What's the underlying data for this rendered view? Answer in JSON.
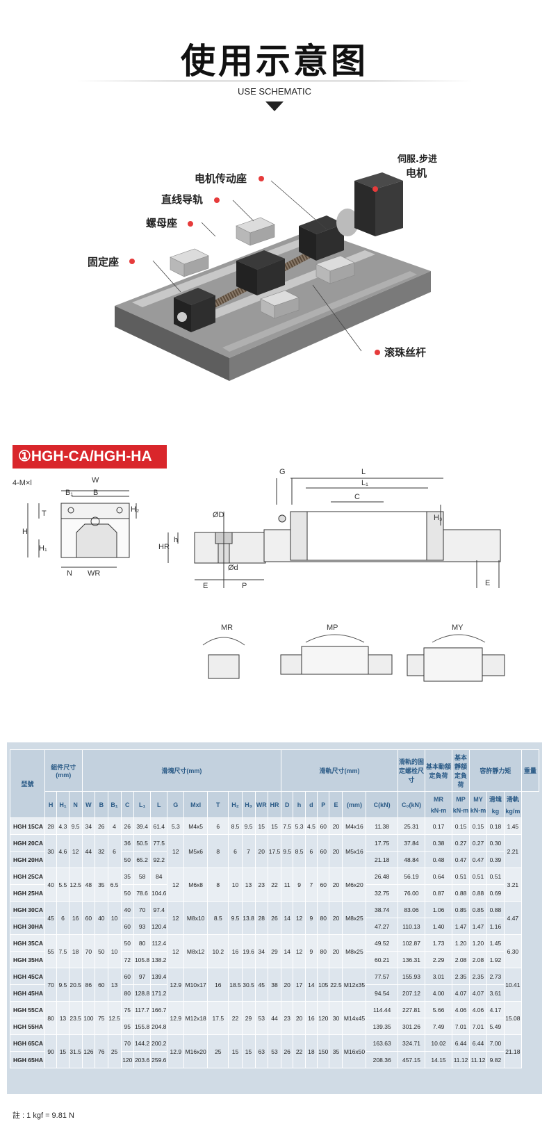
{
  "header": {
    "title": "使用示意图",
    "subtitle": "USE SCHEMATIC"
  },
  "schematic": {
    "labels": {
      "servo": "伺服.步进",
      "motor": "电机",
      "motor_seat": "电机传动座",
      "linear_rail": "直线导轨",
      "nut_seat": "螺母座",
      "fixed_seat": "固定座",
      "ball_screw": "滚珠丝杆"
    },
    "accent_color": "#e63b3b"
  },
  "section": {
    "tag": "①HGH-CA/HGH-HA",
    "tag_color": "#d9262b"
  },
  "drawing": {
    "left": {
      "w": "W",
      "b1": "B₁",
      "b": "B",
      "m": "4-M×l",
      "t": "T",
      "h2": "H₂",
      "h": "H",
      "h1": "H₁",
      "n": "N",
      "wr": "WR"
    },
    "middle": {
      "d_big": "ØD",
      "h": "h",
      "hr": "HR",
      "d_small": "Ød",
      "e": "E",
      "p": "P"
    },
    "right": {
      "g": "G",
      "l": "L",
      "l1": "L₁",
      "c": "C",
      "h3": "H₃",
      "e": "E"
    },
    "moments": {
      "mr": "MR",
      "mp": "MP",
      "my": "MY"
    }
  },
  "table": {
    "header_groups": {
      "model": "型號",
      "assembly": "組件尺寸(mm)",
      "block": "滑塊尺寸(mm)",
      "rail": "滑軌尺寸(mm)",
      "bolt": "滑軌的固定螺栓尺寸",
      "dyn": "基本動額定負荷",
      "stat": "基本靜額定負荷",
      "moment": "容許靜力矩",
      "weight": "重量"
    },
    "sub_headers": [
      "H",
      "H₁",
      "N",
      "W",
      "B",
      "B₁",
      "C",
      "L₁",
      "L",
      "G",
      "Mxl",
      "T",
      "H₂",
      "H₃",
      "WR",
      "HR",
      "D",
      "h",
      "d",
      "P",
      "E",
      "(mm)",
      "C(kN)",
      "C₀(kN)",
      "MR",
      "MP",
      "MY",
      "滑塊",
      "滑軌"
    ],
    "units": [
      "kN-m",
      "kN-m",
      "kN-m",
      "kg",
      "kg/m"
    ],
    "rows": [
      {
        "model": "HGH 15CA",
        "H": "28",
        "H1": "4.3",
        "N": "9.5",
        "W": "34",
        "B": "26",
        "B1": "4",
        "C": "26",
        "L1": "39.4",
        "L": "61.4",
        "G": "5.3",
        "Mxl": "M4x5",
        "T": "6",
        "H2": "8.5",
        "H3": "9.5",
        "WR": "15",
        "HR": "15",
        "D": "7.5",
        "h": "5.3",
        "d": "4.5",
        "P": "60",
        "E": "20",
        "bolt": "M4x16",
        "C_kN": "11.38",
        "C0": "25.31",
        "MR": "0.17",
        "MP": "0.15",
        "MY": "0.15",
        "blk_kg": "0.18",
        "rail_kg": "1.45"
      },
      {
        "model": "HGH 20CA",
        "C": "36",
        "L1": "50.5",
        "L": "77.5",
        "C_kN": "17.75",
        "C0": "37.84",
        "MR": "0.38",
        "MP": "0.27",
        "MY": "0.27",
        "blk_kg": "0.30"
      },
      {
        "model": "HGH 20HA",
        "C": "50",
        "L1": "65.2",
        "L": "92.2",
        "C_kN": "21.18",
        "C0": "48.84",
        "MR": "0.48",
        "MP": "0.47",
        "MY": "0.47",
        "blk_kg": "0.39"
      },
      {
        "model": "HGH 25CA",
        "C": "35",
        "L1": "58",
        "L": "84",
        "C_kN": "26.48",
        "C0": "56.19",
        "MR": "0.64",
        "MP": "0.51",
        "MY": "0.51",
        "blk_kg": "0.51"
      },
      {
        "model": "HGH 25HA",
        "C": "50",
        "L1": "78.6",
        "L": "104.6",
        "C_kN": "32.75",
        "C0": "76.00",
        "MR": "0.87",
        "MP": "0.88",
        "MY": "0.88",
        "blk_kg": "0.69"
      },
      {
        "model": "HGH 30CA",
        "C": "40",
        "L1": "70",
        "L": "97.4",
        "C_kN": "38.74",
        "C0": "83.06",
        "MR": "1.06",
        "MP": "0.85",
        "MY": "0.85",
        "blk_kg": "0.88"
      },
      {
        "model": "HGH 30HA",
        "C": "60",
        "L1": "93",
        "L": "120.4",
        "C_kN": "47.27",
        "C0": "110.13",
        "MR": "1.40",
        "MP": "1.47",
        "MY": "1.47",
        "blk_kg": "1.16"
      },
      {
        "model": "HGH 35CA",
        "C": "50",
        "L1": "80",
        "L": "112.4",
        "C_kN": "49.52",
        "C0": "102.87",
        "MR": "1.73",
        "MP": "1.20",
        "MY": "1.20",
        "blk_kg": "1.45"
      },
      {
        "model": "HGH 35HA",
        "C": "72",
        "L1": "105.8",
        "L": "138.2",
        "C_kN": "60.21",
        "C0": "136.31",
        "MR": "2.29",
        "MP": "2.08",
        "MY": "2.08",
        "blk_kg": "1.92"
      },
      {
        "model": "HGH 45CA",
        "C": "60",
        "L1": "97",
        "L": "139.4",
        "C_kN": "77.57",
        "C0": "155.93",
        "MR": "3.01",
        "MP": "2.35",
        "MY": "2.35",
        "blk_kg": "2.73"
      },
      {
        "model": "HGH 45HA",
        "C": "80",
        "L1": "128.8",
        "L": "171.2",
        "C_kN": "94.54",
        "C0": "207.12",
        "MR": "4.00",
        "MP": "4.07",
        "MY": "4.07",
        "blk_kg": "3.61"
      },
      {
        "model": "HGH 55CA",
        "C": "75",
        "L1": "117.7",
        "L": "166.7",
        "C_kN": "114.44",
        "C0": "227.81",
        "MR": "5.66",
        "MP": "4.06",
        "MY": "4.06",
        "blk_kg": "4.17"
      },
      {
        "model": "HGH 55HA",
        "C": "95",
        "L1": "155.8",
        "L": "204.8",
        "C_kN": "139.35",
        "C0": "301.26",
        "MR": "7.49",
        "MP": "7.01",
        "MY": "7.01",
        "blk_kg": "5.49"
      },
      {
        "model": "HGH 65CA",
        "C": "70",
        "L1": "144.2",
        "L": "200.2",
        "C_kN": "163.63",
        "C0": "324.71",
        "MR": "10.02",
        "MP": "6.44",
        "MY": "6.44",
        "blk_kg": "7.00"
      },
      {
        "model": "HGH 65HA",
        "C": "120",
        "L1": "203.6",
        "L": "259.6",
        "C_kN": "208.36",
        "C0": "457.15",
        "MR": "14.15",
        "MP": "11.12",
        "MY": "11.12",
        "blk_kg": "9.82"
      }
    ],
    "shared": [
      {
        "H": "30",
        "H1": "4.6",
        "N": "12",
        "W": "44",
        "B": "32",
        "B1": "6",
        "G": "12",
        "Mxl": "M5x6",
        "T": "8",
        "H2": "6",
        "H3": "7",
        "WR": "20",
        "HR": "17.5",
        "D": "9.5",
        "h": "8.5",
        "d": "6",
        "P": "60",
        "E": "20",
        "bolt": "M5x16",
        "rail_kg": "2.21"
      },
      {
        "H": "40",
        "H1": "5.5",
        "N": "12.5",
        "W": "48",
        "B": "35",
        "B1": "6.5",
        "G": "12",
        "Mxl": "M6x8",
        "T": "8",
        "H2": "10",
        "H3": "13",
        "WR": "23",
        "HR": "22",
        "D": "11",
        "h": "9",
        "d": "7",
        "P": "60",
        "E": "20",
        "bolt": "M6x20",
        "rail_kg": "3.21"
      },
      {
        "H": "45",
        "H1": "6",
        "N": "16",
        "W": "60",
        "B": "40",
        "B1": "10",
        "G": "12",
        "Mxl": "M8x10",
        "T": "8.5",
        "H2": "9.5",
        "H3": "13.8",
        "WR": "28",
        "HR": "26",
        "D": "14",
        "h": "12",
        "d": "9",
        "P": "80",
        "E": "20",
        "bolt": "M8x25",
        "rail_kg": "4.47"
      },
      {
        "H": "55",
        "H1": "7.5",
        "N": "18",
        "W": "70",
        "B": "50",
        "B1": "10",
        "G": "12",
        "Mxl": "M8x12",
        "T": "10.2",
        "H2": "16",
        "H3": "19.6",
        "WR": "34",
        "HR": "29",
        "D": "14",
        "h": "12",
        "d": "9",
        "P": "80",
        "E": "20",
        "bolt": "M8x25",
        "rail_kg": "6.30"
      },
      {
        "H": "70",
        "H1": "9.5",
        "N": "20.5",
        "W": "86",
        "B": "60",
        "B1": "13",
        "G": "12.9",
        "Mxl": "M10x17",
        "T": "16",
        "H2": "18.5",
        "H3": "30.5",
        "WR": "45",
        "HR": "38",
        "D": "20",
        "h": "17",
        "d": "14",
        "P": "105",
        "E": "22.5",
        "bolt": "M12x35",
        "rail_kg": "10.41"
      },
      {
        "H": "80",
        "H1": "13",
        "N": "23.5",
        "W": "100",
        "B": "75",
        "B1": "12.5",
        "G": "12.9",
        "Mxl": "M12x18",
        "T": "17.5",
        "H2": "22",
        "H3": "29",
        "WR": "53",
        "HR": "44",
        "D": "23",
        "h": "20",
        "d": "16",
        "P": "120",
        "E": "30",
        "bolt": "M14x45",
        "rail_kg": "15.08"
      },
      {
        "H": "90",
        "H1": "15",
        "N": "31.5",
        "W": "126",
        "B": "76",
        "B1": "25",
        "G": "12.9",
        "Mxl": "M16x20",
        "T": "25",
        "H2": "15",
        "H3": "15",
        "WR": "63",
        "HR": "53",
        "D": "26",
        "h": "22",
        "d": "18",
        "P": "150",
        "E": "35",
        "bolt": "M16x50",
        "rail_kg": "21.18"
      }
    ]
  },
  "footnote": "註 : 1 kgf = 9.81 N"
}
